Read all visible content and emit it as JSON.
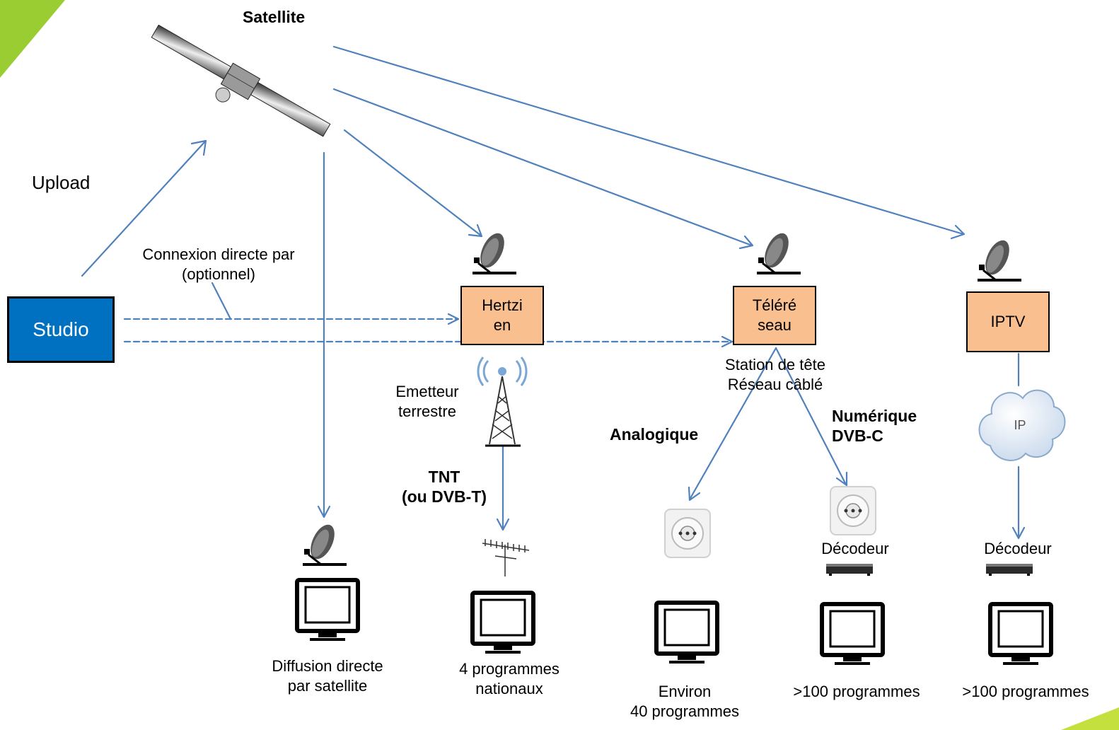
{
  "satellite": {
    "title": "Satellite"
  },
  "upload": "Upload",
  "connexion": {
    "line1": "Connexion directe par",
    "line2": "(optionnel)"
  },
  "studio": "Studio",
  "hertzien": {
    "line1": "Hertzi",
    "line2": "en"
  },
  "telereseau": {
    "line1": "Téléré",
    "line2": "seau"
  },
  "iptv": "IPTV",
  "station": {
    "line1": "Station de tête",
    "line2": "Réseau câblé"
  },
  "emetteur": {
    "line1": "Emetteur",
    "line2": "terrestre"
  },
  "analogique": "Analogique",
  "numerique": {
    "line1": "Numérique",
    "line2": "DVB-C"
  },
  "tnt": {
    "line1": "TNT",
    "line2": "(ou DVB-T)"
  },
  "ip_cloud": "IP",
  "decodeur_cable": "Décodeur",
  "decodeur_iptv": "Décodeur",
  "outputs": {
    "satellite": {
      "line1": "Diffusion directe",
      "line2": "par satellite"
    },
    "hertzien": {
      "line1": "4 programmes",
      "line2": "nationaux"
    },
    "analogique": {
      "line1": "Environ",
      "line2": "40 programmes"
    },
    "numerique": ">100 programmes",
    "iptv": ">100 programmes"
  },
  "colors": {
    "arrow": "#4f81bd",
    "box_fill": "#f9bf8f",
    "studio_fill": "#0070c0",
    "accent_green": "#9acd32"
  }
}
